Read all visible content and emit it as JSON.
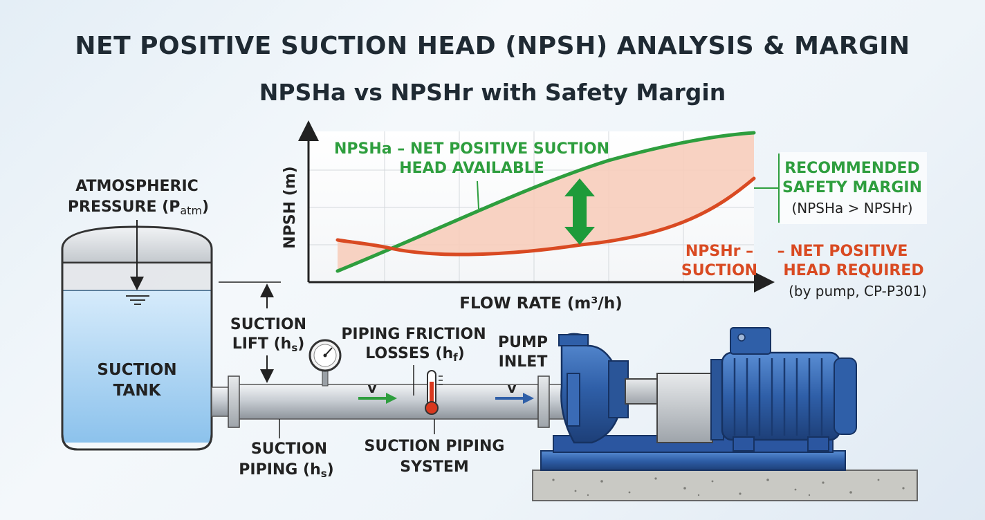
{
  "header": {
    "title": "NET POSITIVE SUCTION HEAD (NPSH) ANALYSIS & MARGIN",
    "subtitle": "NPSHa vs NPSHr with Safety Margin"
  },
  "chart": {
    "y_axis_label": "NPSH (m)",
    "x_axis_label": "FLOW RATE (m³/h)",
    "npsha_label": [
      "NPSHa – NET POSITIVE SUCTION",
      "HEAD AVAILABLE"
    ],
    "margin_label": [
      "RECOMMENDED",
      "SAFETY MARGIN",
      "(NPSHa > NPSHr)"
    ],
    "npshr_label_left": [
      "NPSHr –",
      "SUCTION"
    ],
    "npshr_label_right": [
      "– NET POSITIVE",
      "HEAD REQUIRED",
      "(by pump, CP-P301)"
    ]
  },
  "diagram": {
    "atmospheric_label": [
      "ATMOSPHERIC",
      "PRESSURE (P",
      "atm",
      ")"
    ],
    "tank_label": [
      "SUCTION",
      "TANK"
    ],
    "suction_lift_label": [
      "SUCTION",
      "LIFT (h",
      "s",
      ")"
    ],
    "friction_label": [
      "PIPING FRICTION",
      "LOSSES (h",
      "f",
      ")"
    ],
    "pump_inlet_label": [
      "PUMP",
      "INLET"
    ],
    "velocity_symbol": "v",
    "suction_piping_label": [
      "SUCTION",
      "PIPING (h",
      "s",
      ")"
    ],
    "piping_system_label": [
      "SUCTION PIPING",
      "SYSTEM"
    ]
  },
  "colors": {
    "npsha": "#2e9e3e",
    "npshr": "#d94a22",
    "margin_fill": "#f7cdbb",
    "pump_blue": "#2f5fa8",
    "tank_water": "#a9d2f0",
    "label_dark": "#2a2a2a"
  },
  "icons": [
    "double-arrow-icon",
    "pressure-gauge-icon",
    "thermometer-icon",
    "flow-arrow-icon",
    "water-level-icon"
  ]
}
